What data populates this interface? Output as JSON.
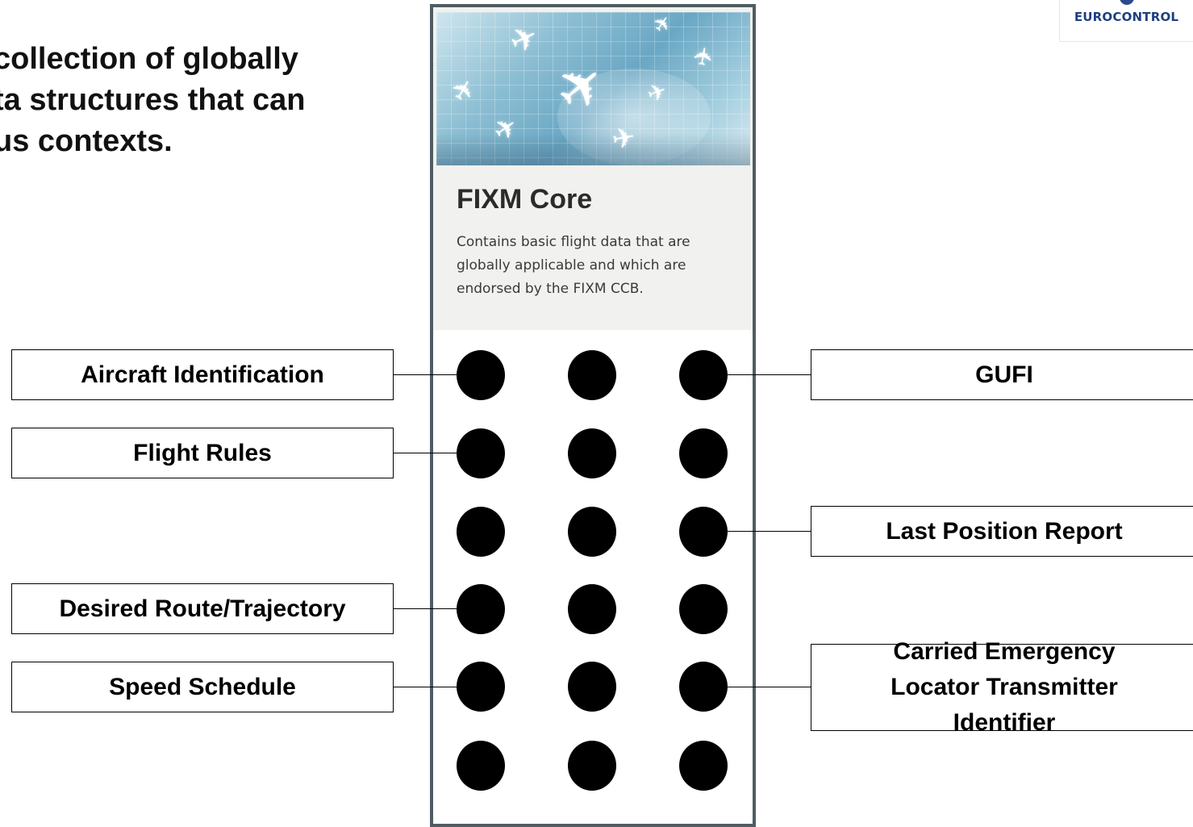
{
  "intro": {
    "line1": "collection of globally",
    "line2": "ta structures that can",
    "line3": "us contexts."
  },
  "logo": {
    "text": "EUROCONTROL"
  },
  "card": {
    "title": "FIXM Core",
    "description": "Contains basic flight data that are globally applicable and which are endorsed by the FIXM CCB."
  },
  "dots": {
    "rows": 6,
    "columns": 3
  },
  "left_labels": [
    "Aircraft Identification",
    "Flight Rules",
    "Desired Route/Trajectory",
    "Speed Schedule"
  ],
  "right_labels": [
    "GUFI",
    "Last Position Report",
    "Carried Emergency Locator Transmitter Identifier"
  ]
}
